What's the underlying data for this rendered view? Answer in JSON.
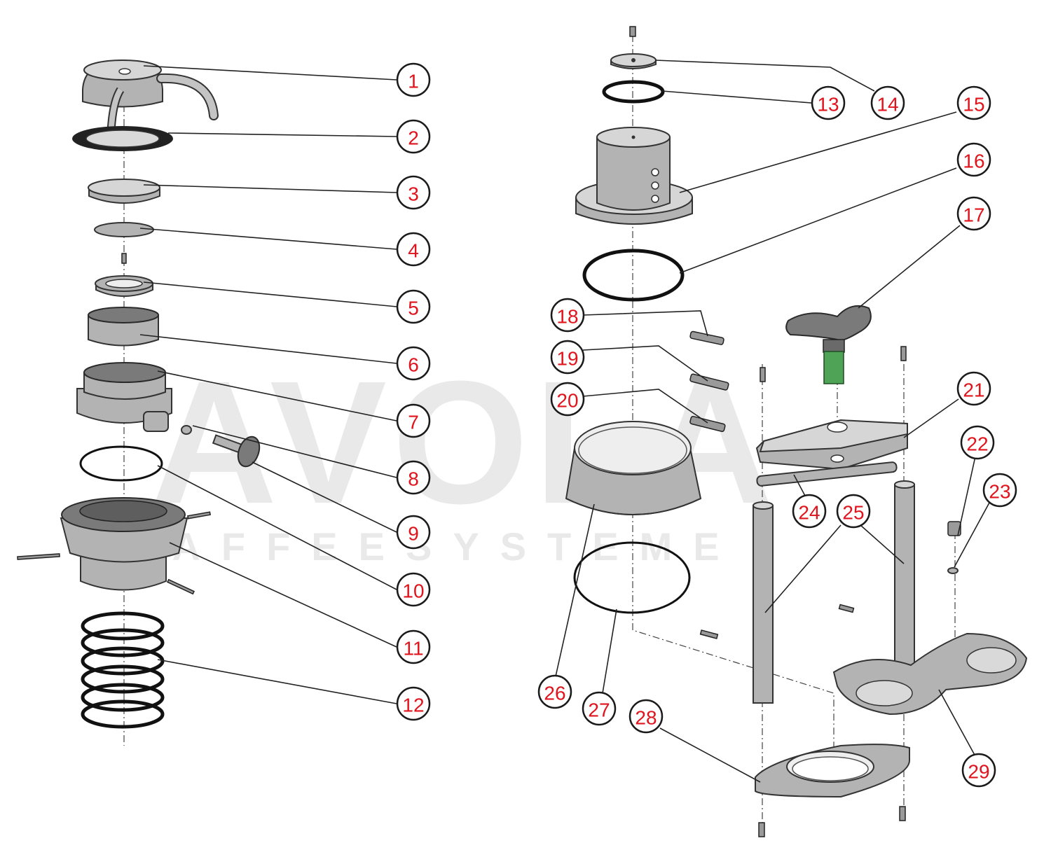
{
  "watermark": {
    "brand": "AVOLA",
    "tagline": "KAFFEESYSTEME"
  },
  "callouts": [
    "1",
    "2",
    "3",
    "4",
    "5",
    "6",
    "7",
    "8",
    "9",
    "10",
    "11",
    "12",
    "13",
    "14",
    "15",
    "16",
    "17",
    "18",
    "19",
    "20",
    "21",
    "22",
    "23",
    "24",
    "25",
    "26",
    "27",
    "28",
    "29"
  ],
  "colors": {
    "callout_text": "#e0141c",
    "callout_border": "#1a1a1a",
    "part_fill": "#b3b3b3",
    "watermark": "#e9e9e9"
  }
}
